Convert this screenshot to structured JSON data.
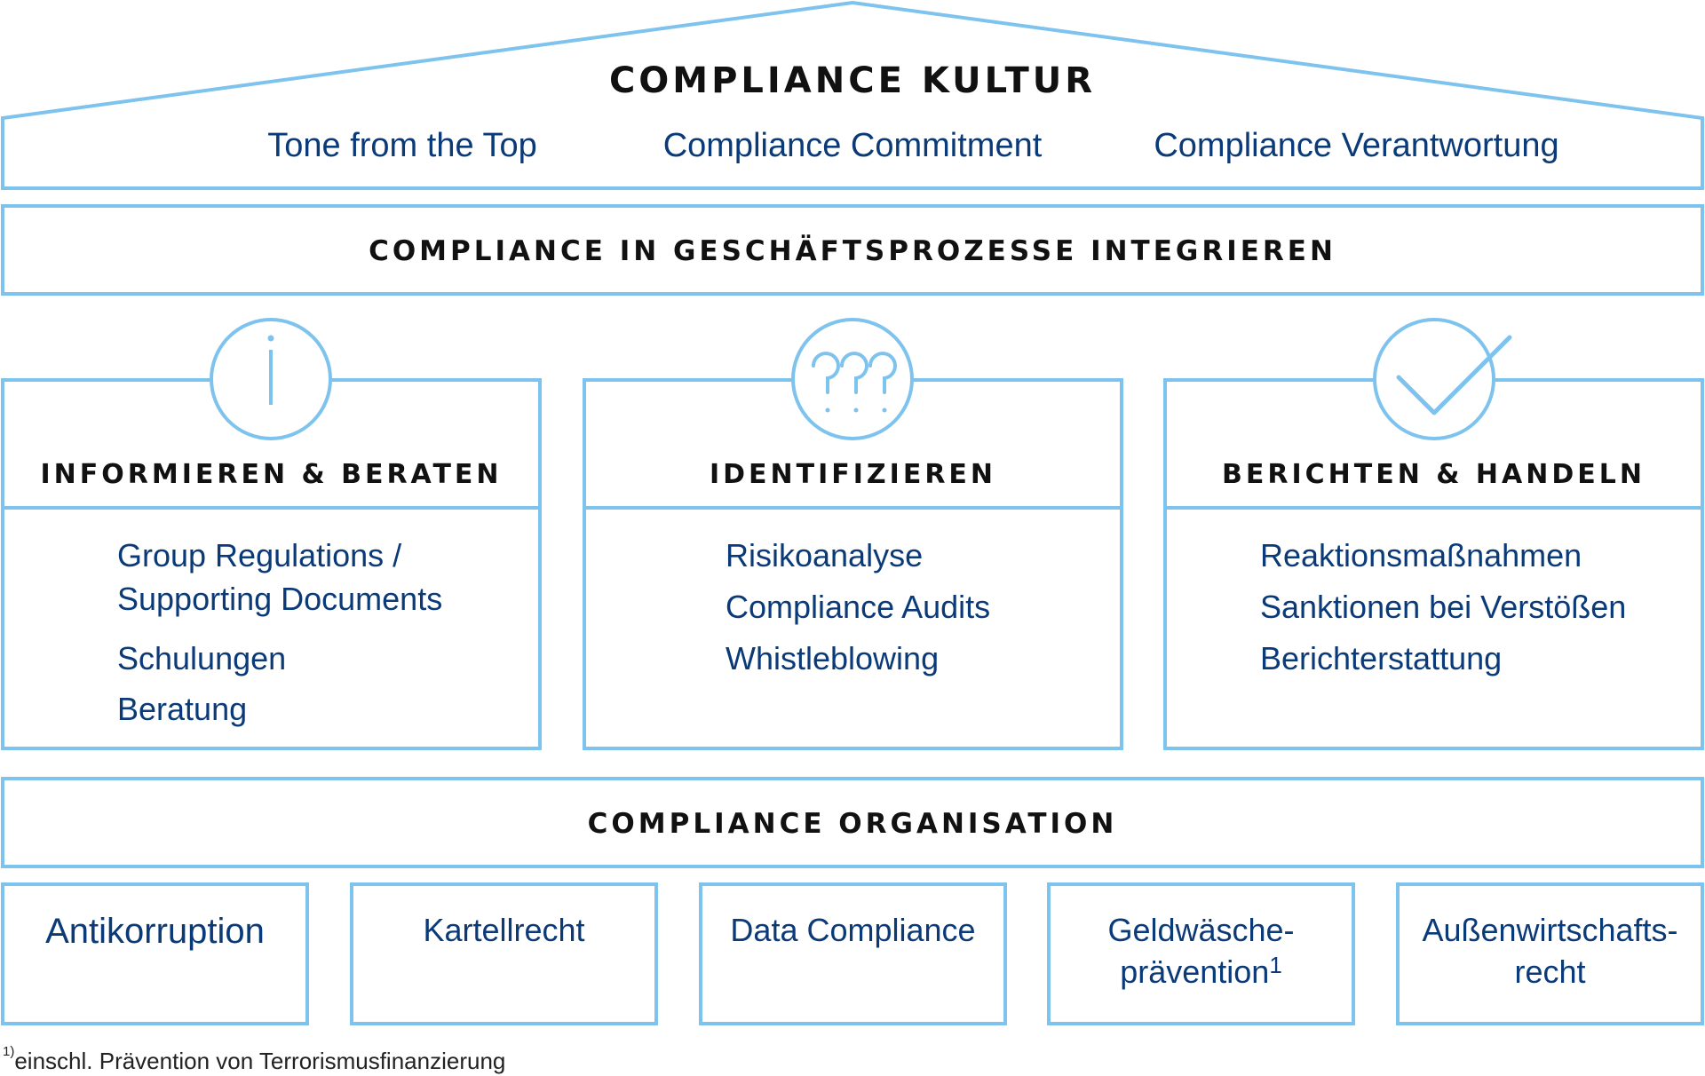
{
  "roof": {
    "title": "COMPLIANCE KULTUR",
    "values": [
      "Tone from the Top",
      "Compliance Commitment",
      "Compliance Verantwortung"
    ]
  },
  "integration_bar": {
    "label": "COMPLIANCE IN GESCHÄFTSPROZESSE INTEGRIEREN"
  },
  "pillars": [
    {
      "icon": "info-icon",
      "title": "INFORMIEREN & BERATEN",
      "items": [
        "Group Regulations /",
        "Supporting Documents",
        "Schulungen",
        "Beratung"
      ]
    },
    {
      "icon": "question-marks-icon",
      "title": "IDENTIFIZIEREN",
      "items": [
        "Risikoanalyse",
        "Compliance Audits",
        "Whistleblowing"
      ]
    },
    {
      "icon": "checkmark-icon",
      "title": "BERICHTEN & HANDELN",
      "items": [
        "Reaktionsmaßnahmen",
        "Sanktionen bei Verstößen",
        "Berichterstattung"
      ]
    }
  ],
  "organisation_bar": {
    "label": "COMPLIANCE ORGANISATION"
  },
  "topics": [
    {
      "lines": [
        "Antikorruption"
      ]
    },
    {
      "lines": [
        "Kartellrecht"
      ]
    },
    {
      "lines": [
        "Data Compliance"
      ]
    },
    {
      "lines": [
        "Geldwäsche-",
        "prävention"
      ],
      "superscript": "1"
    },
    {
      "lines": [
        "Außenwirtschafts-",
        "recht"
      ]
    }
  ],
  "footnote": {
    "marker": "1)",
    "text": "einschl. Prävention von Terrorismusfinanzierung"
  },
  "colors": {
    "line": "#7ec3ee",
    "text_blue": "#0b3a78",
    "heading": "#111111"
  }
}
